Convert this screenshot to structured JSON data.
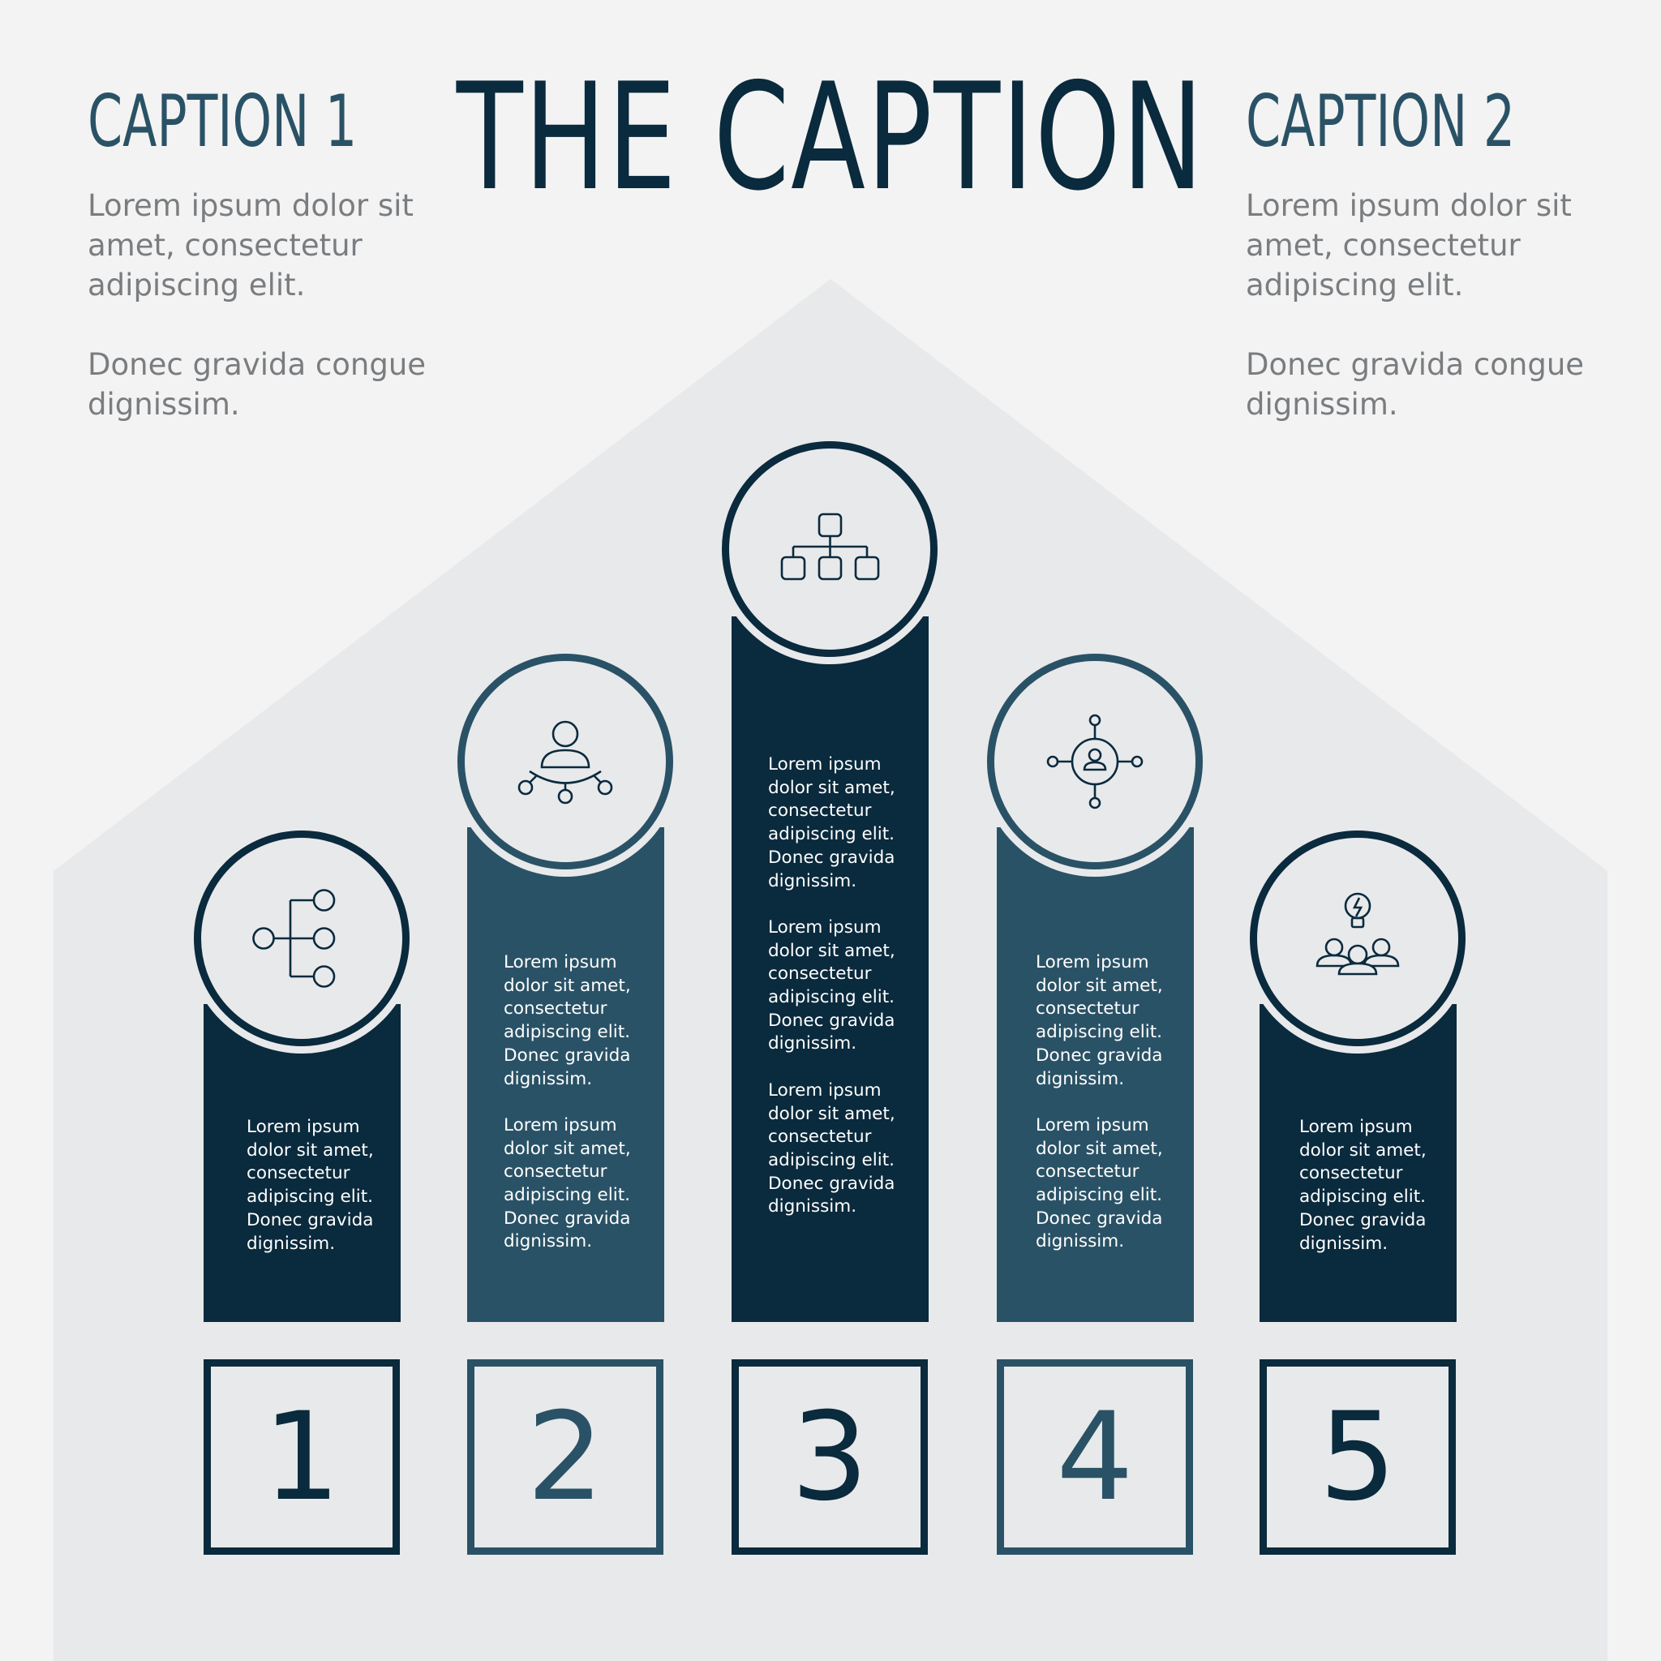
{
  "title": "THE CAPTION",
  "captions": [
    {
      "heading": "CAPTION 1",
      "paragraphs": [
        "Lorem ipsum dolor sit amet, consectetur adipiscing elit.",
        "Donec gravida congue dignissim."
      ]
    },
    {
      "heading": "CAPTION 2",
      "paragraphs": [
        "Lorem ipsum dolor sit amet, consectetur adipiscing elit.",
        "Donec gravida congue dignissim."
      ]
    }
  ],
  "colors": {
    "background": "#f3f3f3",
    "house": "#e8e9eb",
    "dark_navy": "#0a2a3d",
    "steel_blue": "#2a5266",
    "side_text": "#7a7d80"
  },
  "steps": [
    {
      "number": "1",
      "icon": "hierarchy-branch-icon",
      "color": "#0a2a3d",
      "paragraphs": [
        "Lorem ipsum dolor sit amet, consectetur adipiscing elit. Donec gravida dignissim."
      ]
    },
    {
      "number": "2",
      "icon": "user-network-icon",
      "color": "#2a5266",
      "paragraphs": [
        "Lorem ipsum dolor sit amet, consectetur adipiscing elit. Donec gravida dignissim.",
        "Lorem ipsum dolor sit amet, consectetur adipiscing elit. Donec gravida dignissim."
      ]
    },
    {
      "number": "3",
      "icon": "org-chart-icon",
      "color": "#0a2a3d",
      "paragraphs": [
        "Lorem ipsum dolor sit amet, consectetur adipiscing elit. Donec gravida dignissim.",
        "Lorem ipsum dolor sit amet, consectetur adipiscing elit. Donec gravida dignissim.",
        "Lorem ipsum dolor sit amet, consectetur adipiscing elit. Donec gravida dignissim."
      ]
    },
    {
      "number": "4",
      "icon": "user-hub-icon",
      "color": "#2a5266",
      "paragraphs": [
        "Lorem ipsum dolor sit amet, consectetur adipiscing elit. Donec gravida dignissim.",
        "Lorem ipsum dolor sit amet, consectetur adipiscing elit. Donec gravida dignissim."
      ]
    },
    {
      "number": "5",
      "icon": "team-idea-icon",
      "color": "#0a2a3d",
      "paragraphs": [
        "Lorem ipsum dolor sit amet, consectetur adipiscing elit. Donec gravida dignissim."
      ]
    }
  ]
}
